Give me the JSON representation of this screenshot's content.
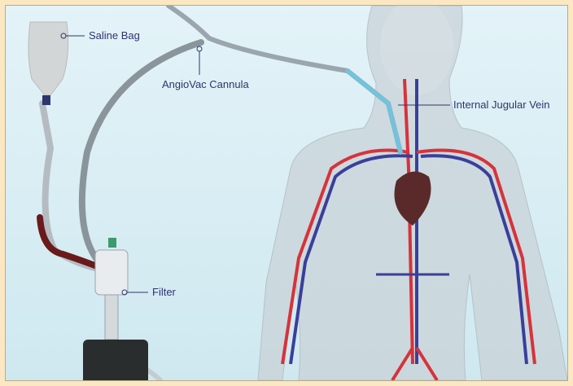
{
  "labels": {
    "saline_bag": "Saline Bag",
    "cannula": "AngioVac Cannula",
    "jugular": "Internal Jugular Vein",
    "filter": "Filter"
  },
  "colors": {
    "label": "#2e3470",
    "artery": "#d8323a",
    "vein": "#3a3f9a",
    "frame": "#fbe8c3",
    "background": "#e3f3f8"
  }
}
